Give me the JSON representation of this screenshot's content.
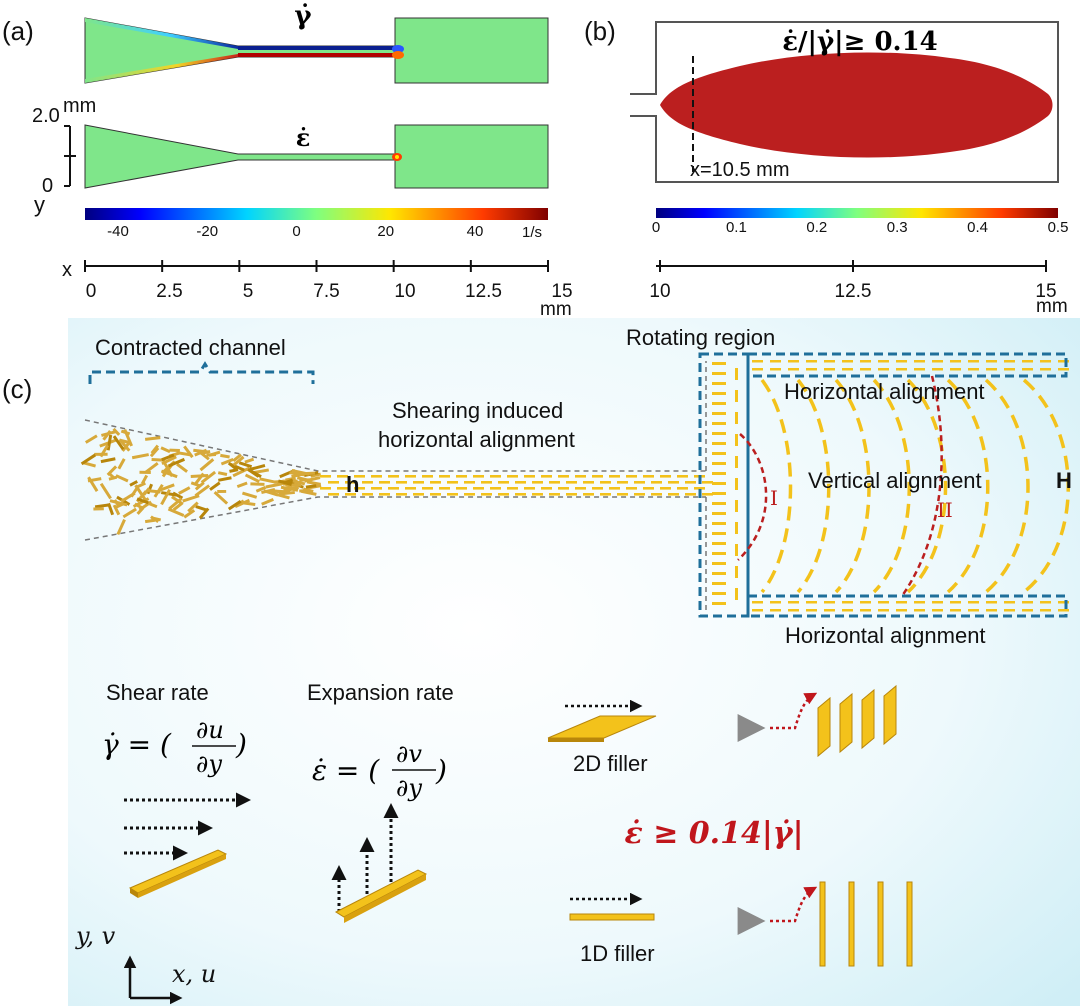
{
  "panel_a": {
    "label": "(a)",
    "top_symbol": "γ̇",
    "bottom_symbol": "ε̇",
    "scale_top": "2.0",
    "scale_unit": "mm",
    "scale_bottom": "0",
    "y_axis": "y",
    "colorbar_ticks": [
      "-40",
      "-20",
      "0",
      "20",
      "40"
    ],
    "colorbar_unit": "1/s",
    "x_axis": "x",
    "x_ticks": [
      "0",
      "2.5",
      "5",
      "7.5",
      "10",
      "12.5",
      "15"
    ],
    "x_unit": "mm"
  },
  "panel_b": {
    "label": "(b)",
    "title": "ε̇/|γ̇|≥ 0.14",
    "marker_label": "x=10.5 mm",
    "colorbar_ticks": [
      "0",
      "0.1",
      "0.2",
      "0.3",
      "0.4",
      "0.5"
    ],
    "x_ticks": [
      "10",
      "12.5",
      "15"
    ],
    "x_unit": "mm"
  },
  "panel_c": {
    "label": "(c)",
    "contracted_channel": "Contracted channel",
    "rotating_region": "Rotating region",
    "shearing_line1": "Shearing induced",
    "shearing_line2": "horizontal alignment",
    "h_label": "h",
    "H_label": "H",
    "horizontal_top": "Horizontal alignment",
    "vertical": "Vertical alignment",
    "horizontal_bottom": "Horizontal alignment",
    "roman_1": "I",
    "roman_2": "II",
    "shear_rate": "Shear rate",
    "shear_eq_lhs": "γ̇ = (",
    "shear_eq_num": "∂u",
    "shear_eq_den": "∂y",
    "shear_eq_close": ")",
    "expansion_rate": "Expansion rate",
    "exp_eq_lhs": "ε̇ = (",
    "exp_eq_num": "∂v",
    "exp_eq_den": "∂y",
    "exp_eq_close": ")",
    "filler_2d": "2D filler",
    "filler_1d": "1D filler",
    "criterion": "ε̇ ≥ 0.14|γ̇|",
    "axis_y": "y, v",
    "axis_x": "x, u"
  },
  "colors": {
    "filler": "#f3c21b",
    "filler_dark": "#b8860b",
    "dashed_box": "#1f6f9a",
    "red_region": "#bb1f1f",
    "criterion": "#c0161c",
    "field_green": "#7fe68a"
  }
}
